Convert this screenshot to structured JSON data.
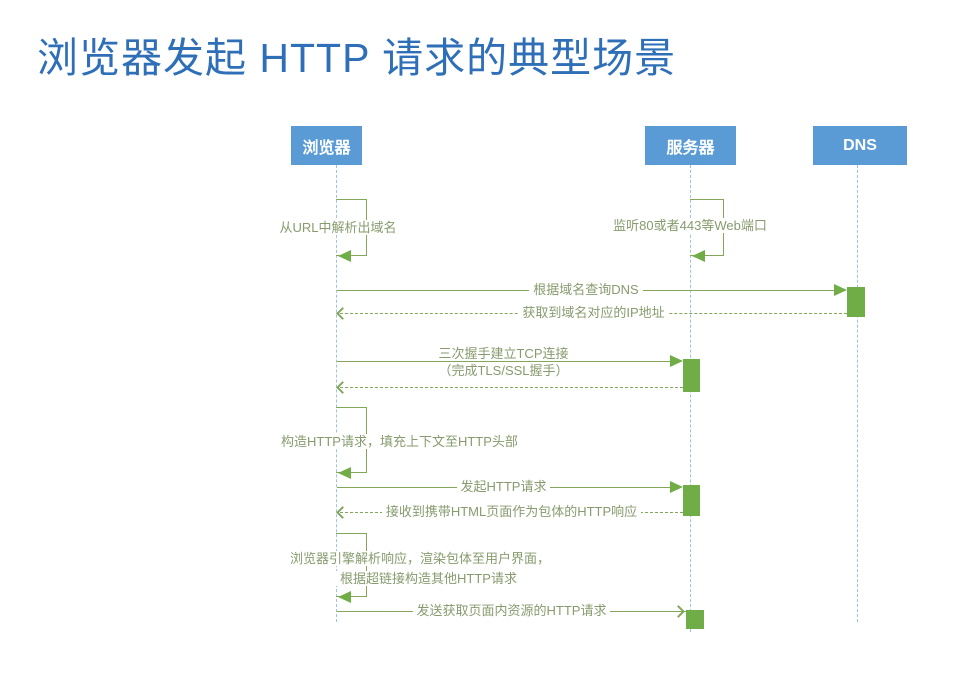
{
  "title": "浏览器发起 HTTP 请求的典型场景",
  "colors": {
    "title_blue": "#2E6FB7",
    "actor_fill": "#5B9BD5",
    "actor_text": "#FFFFFF",
    "lifeline": "#9CC2E5",
    "line_green": "#84A65B",
    "activation_green": "#70AD47",
    "label_text": "#879B6E"
  },
  "actors": {
    "browser": {
      "label": "浏览器"
    },
    "server": {
      "label": "服务器"
    },
    "dns": {
      "label": "DNS"
    }
  },
  "messages": {
    "parse_url": {
      "type": "self",
      "actor": "浏览器",
      "label": "从URL中解析出域名"
    },
    "listen_ports": {
      "type": "self",
      "actor": "服务器",
      "label": "监听80或者443等Web端口"
    },
    "dns_query": {
      "type": "request",
      "from": "浏览器",
      "to": "DNS",
      "label": "根据域名查询DNS"
    },
    "dns_response": {
      "type": "return",
      "from": "DNS",
      "to": "浏览器",
      "label": "获取到域名对应的IP地址"
    },
    "tcp_connect": {
      "type": "request",
      "from": "浏览器",
      "to": "服务器",
      "label_line1": "三次握手建立TCP连接",
      "label_line2": "（完成TLS/SSL握手）"
    },
    "tcp_return": {
      "type": "return",
      "from": "服务器",
      "to": "浏览器",
      "label": ""
    },
    "build_request": {
      "type": "self",
      "actor": "浏览器",
      "label": "构造HTTP请求，填充上下文至HTTP头部"
    },
    "http_request": {
      "type": "request",
      "from": "浏览器",
      "to": "服务器",
      "label": "发起HTTP请求"
    },
    "http_response": {
      "type": "return",
      "from": "服务器",
      "to": "浏览器",
      "label": "接收到携带HTML页面作为包体的HTTP响应"
    },
    "render_response": {
      "type": "self",
      "actor": "浏览器",
      "label_line1": "浏览器引擎解析响应，渲染包体至用户界面，",
      "label_line2": "根据超链接构造其他HTTP请求"
    },
    "resource_request": {
      "type": "request",
      "from": "浏览器",
      "to": "服务器",
      "label": "发送获取页面内资源的HTTP请求"
    }
  }
}
